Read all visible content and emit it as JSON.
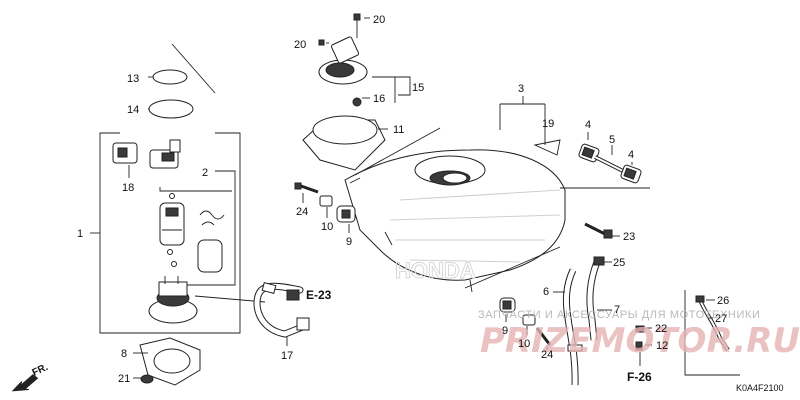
{
  "callouts": {
    "c1": "1",
    "c2": "2",
    "c3": "3",
    "c4a": "4",
    "c4b": "4",
    "c5": "5",
    "c6": "6",
    "c7": "7",
    "c8": "8",
    "c9a": "9",
    "c9b": "9",
    "c10a": "10",
    "c10b": "10",
    "c11": "11",
    "c12": "12",
    "c13": "13",
    "c14": "14",
    "c15": "15",
    "c16": "16",
    "c17": "17",
    "c18": "18",
    "c19": "19",
    "c20a": "20",
    "c20b": "20",
    "c21": "21",
    "c22": "22",
    "c23": "23",
    "c24a": "24",
    "c24b": "24",
    "c25": "25",
    "c26": "26",
    "c27": "27"
  },
  "references": {
    "e23": "E-23",
    "f26": "F-26"
  },
  "front_marker": "FR.",
  "diagram_code": "K0A4F2100",
  "watermark": {
    "top_text": "ЗАПЧАСТИ И АКСЕССУАРЫ ДЛЯ МОТОТЕХНИКИ",
    "brand": "PRIZEMOTOR.RU",
    "tank_logo": "HONDA"
  }
}
